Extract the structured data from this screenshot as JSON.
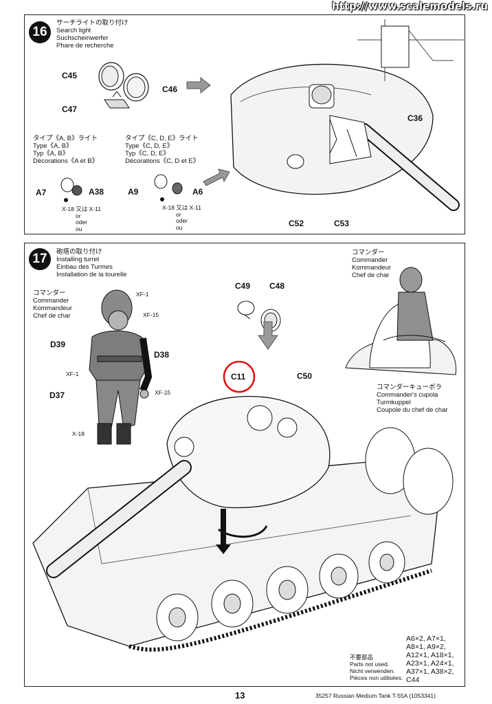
{
  "watermark": "http://www.scalemodels.ru",
  "step16": {
    "number": "16",
    "title": [
      "サーチライトの取り付け",
      "Search light",
      "Suchscheinwerfer",
      "Phare de recherche"
    ],
    "labels": {
      "c45": "C45",
      "c46": "C46",
      "c47": "C47",
      "c36": "C36",
      "c52": "C52",
      "c53": "C53"
    },
    "typeAB": {
      "title": [
        "タイプ《A, B》ライト",
        "Type《A, B》",
        "Typ《A, B》",
        "Décorations《A et B》"
      ],
      "left": "A7",
      "right": "A38",
      "note": [
        "X-18 又は X-11",
        "or",
        "oder",
        "ou"
      ]
    },
    "typeCDE": {
      "title": [
        "タイプ《C, D, E》ライト",
        "Type《C, D, E》",
        "Typ《C, D, E》",
        "Décorations《C, D et E》"
      ],
      "left": "A9",
      "right": "A6",
      "note": [
        "X-18 又は X-11",
        "or",
        "oder",
        "ou"
      ]
    }
  },
  "step17": {
    "number": "17",
    "title": [
      "砲塔の取り付け",
      "Installing turret",
      "Einbau des Turmes",
      "Installation de la tourelle"
    ],
    "commander_left": [
      "コマンダー",
      "Commander",
      "Kommandeur",
      "Chef de char"
    ],
    "commander_right": [
      "コマンダー",
      "Commander",
      "Kommandeur",
      "Chef de char"
    ],
    "paints": {
      "xf1_head": "XF-1",
      "xf15_face": "XF-15",
      "xf1_body": "XF-1",
      "xf15_hand": "XF-15",
      "x18": "X-18"
    },
    "parts": {
      "d39": "D39",
      "d38": "D38",
      "d37": "D37",
      "c11": "C11",
      "c50": "C50",
      "c49": "C49",
      "c48": "C48"
    },
    "cupola": [
      "コマンダーキューポラ",
      "Commander's cupola",
      "Turmkuppel",
      "Coupole du chef de char"
    ]
  },
  "not_used": {
    "labels": [
      "不要部品",
      "Parts not used.",
      "Nicht verwenden.",
      "Pièces non utilisées."
    ],
    "parts": [
      "A6×2, A7×1,",
      "A8×1, A9×2,",
      "A12×1, A18×1,",
      "A23×1, A24×1,",
      "A37×1, A38×2,",
      "C44"
    ]
  },
  "footer": {
    "page": "13",
    "title": "35257  Russian Medium Tank T-55A (1053341)"
  }
}
